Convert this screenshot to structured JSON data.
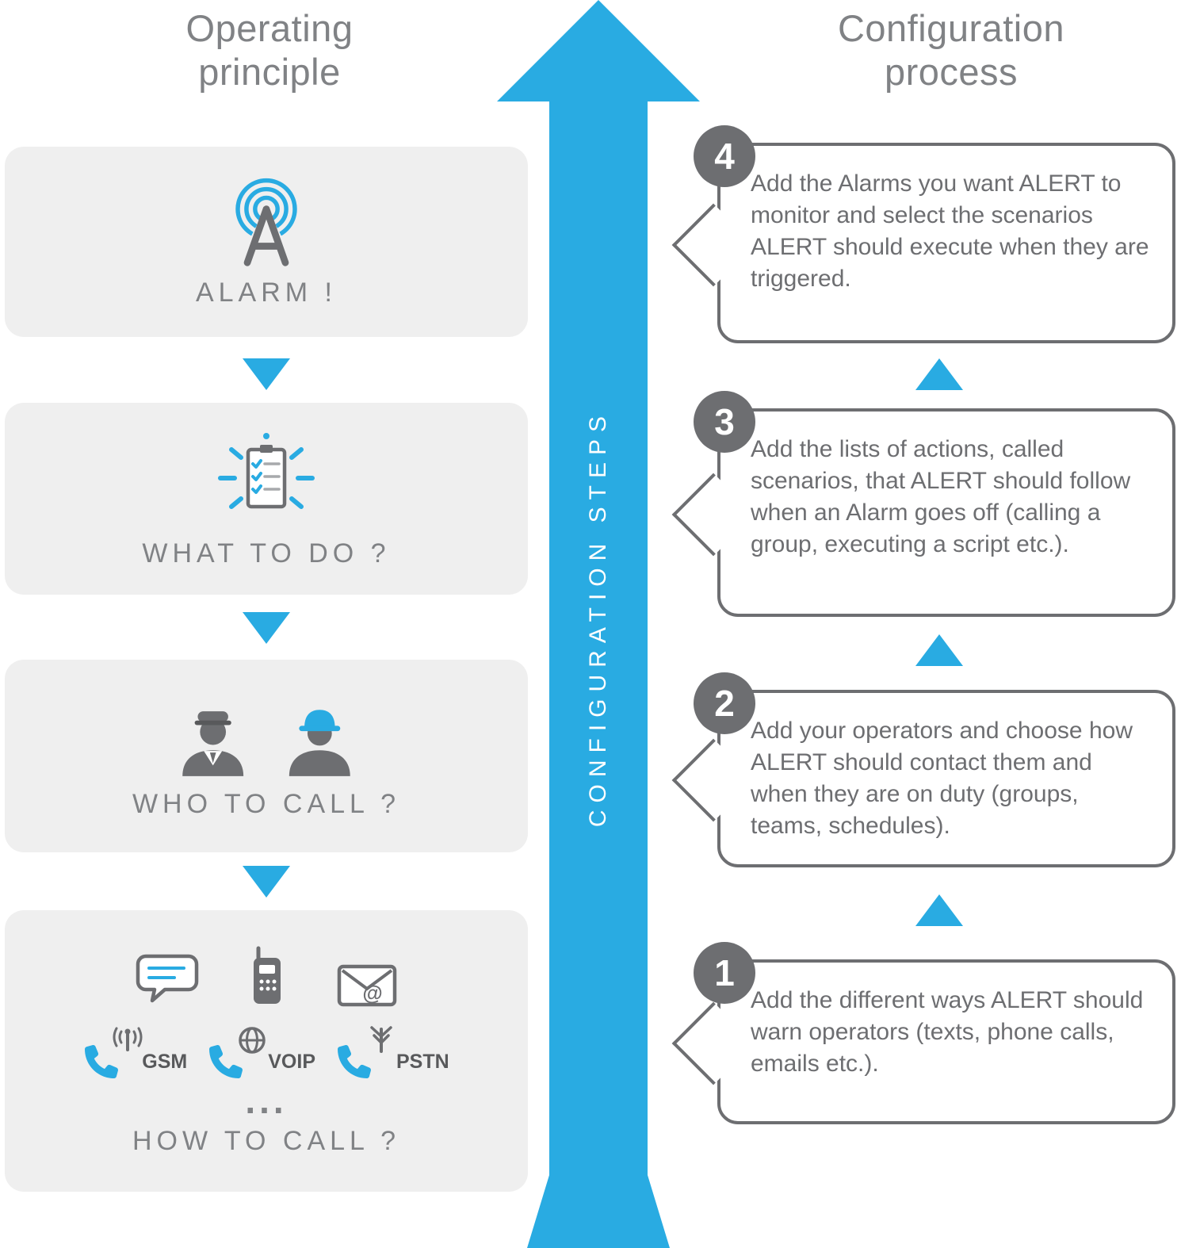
{
  "palette": {
    "accent_blue": "#29ABE2",
    "dark_gray": "#6D6E71",
    "text_gray": "#808285",
    "panel_gray": "#EFEFEF"
  },
  "left": {
    "title": "Operating\nprinciple",
    "steps": [
      {
        "label": "ALARM !",
        "icon": "alarm-broadcast-icon"
      },
      {
        "label": "WHAT TO DO ?",
        "icon": "checklist-icon"
      },
      {
        "label": "WHO TO CALL ?",
        "icon": "operators-icon"
      },
      {
        "label": "HOW TO CALL ?",
        "icons": [
          "sms-icon",
          "radio-icon",
          "email-icon",
          "gsm-phone-icon",
          "voip-phone-icon",
          "pstn-phone-icon"
        ],
        "channels": [
          "GSM",
          "VOIP",
          "PSTN"
        ],
        "ellipsis": "..."
      }
    ]
  },
  "center": {
    "arrow_label": "CONFIGURATION STEPS"
  },
  "right": {
    "title": "Configuration\nprocess",
    "steps": [
      {
        "number": "4",
        "text": "Add the Alarms you want ALERT to monitor and select the scenarios ALERT should execute when they are triggered."
      },
      {
        "number": "3",
        "text": "Add the lists of actions, called scenarios, that ALERT should follow when an Alarm goes off (calling a group, executing a script etc.)."
      },
      {
        "number": "2",
        "text": "Add your operators and choose how ALERT should contact them and when they are on duty (groups, teams, schedules)."
      },
      {
        "number": "1",
        "text": "Add the different ways ALERT should warn operators (texts, phone calls, emails etc.)."
      }
    ]
  }
}
